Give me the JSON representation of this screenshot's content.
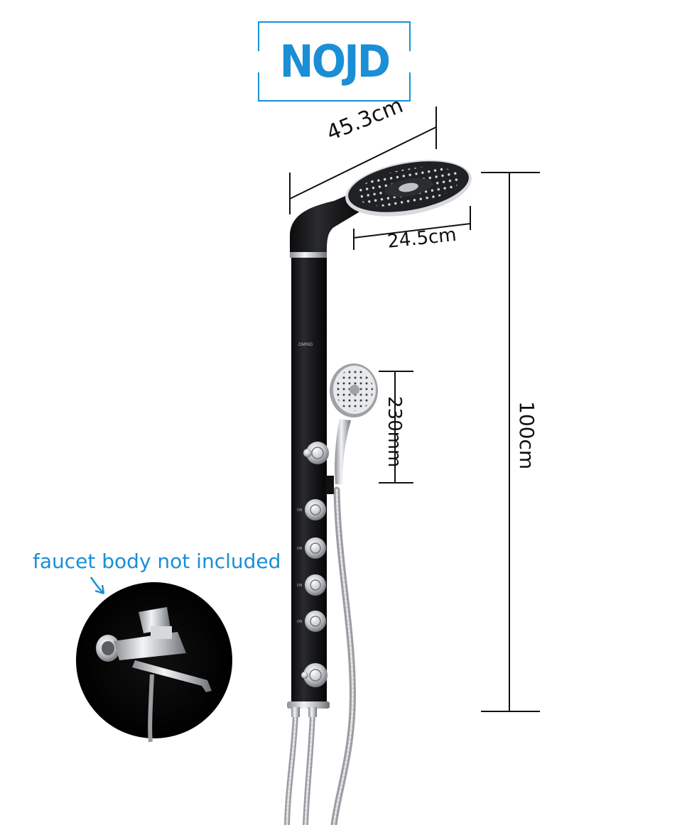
{
  "brand": {
    "logo_text": "NOJD"
  },
  "dimensions": {
    "overall_width": "45.3cm",
    "head_diameter": "24.5cm",
    "handheld_length": "230mm",
    "panel_height": "100cm"
  },
  "note": "faucet body not included",
  "colors": {
    "accent": "#1a8fd6",
    "panel": "#1b1b1d",
    "chrome": "#c9ccd0"
  }
}
